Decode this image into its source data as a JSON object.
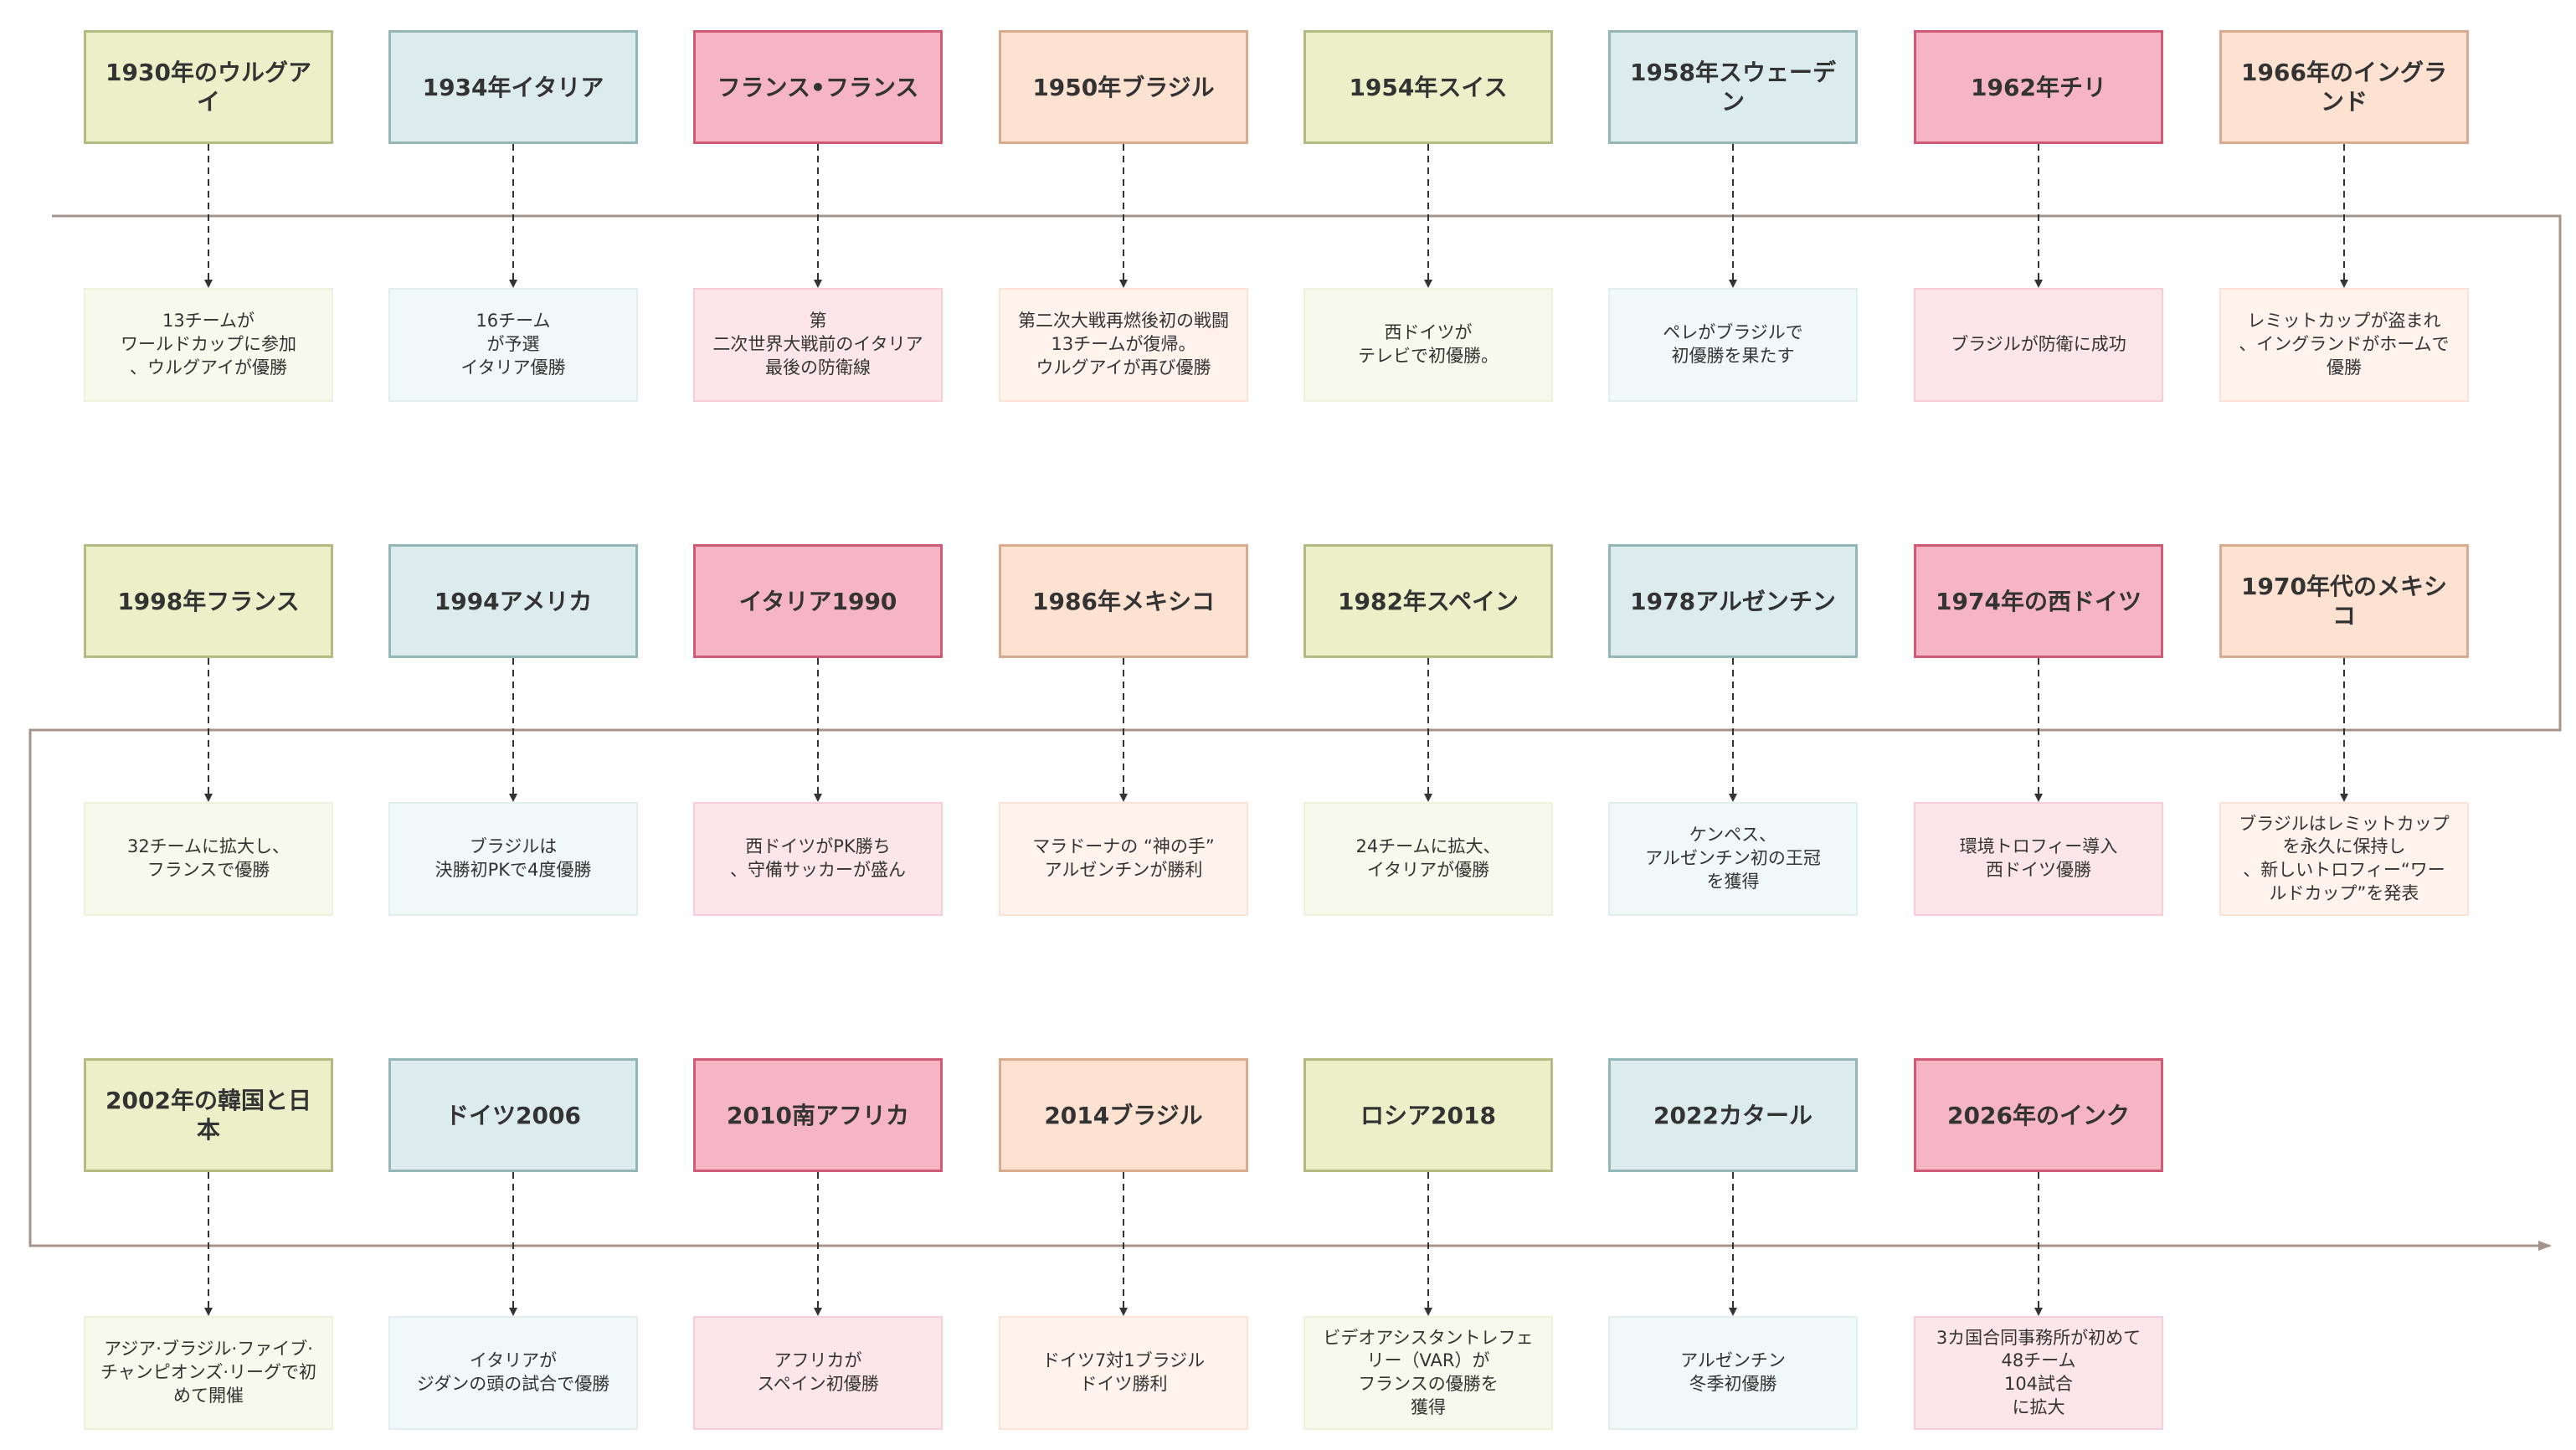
{
  "diagram": {
    "colors": {
      "timeline": "#a4948a",
      "connector": "#333333",
      "green": "#ecf0c8",
      "teal": "#dcecec",
      "pink": "#f6b5c4",
      "peach": "#fde2d2"
    },
    "rows": [
      {
        "items": [
          {
            "year": "1930年のウルグアイ",
            "desc": "13チームが\nワールドカップに参加\n、ウルグアイが優勝",
            "color": "green"
          },
          {
            "year": "1934年イタリア",
            "desc": "16チーム\nが予選\nイタリア優勝",
            "color": "teal"
          },
          {
            "year": "フランス•フランス",
            "desc": "第\n二次世界大戦前のイタリア\n最後の防衛線",
            "color": "pink"
          },
          {
            "year": "1950年ブラジル",
            "desc": "第二次大戦再燃後初の戦闘\n13チームが復帰。\nウルグアイが再び優勝",
            "color": "peach"
          },
          {
            "year": "1954年スイス",
            "desc": "西ドイツが\nテレビで初優勝。",
            "color": "green"
          },
          {
            "year": "1958年スウェーデン",
            "desc": "ペレがブラジルで\n初優勝を果たす",
            "color": "teal"
          },
          {
            "year": "1962年チリ",
            "desc": "ブラジルが防衛に成功",
            "color": "pink"
          },
          {
            "year": "1966年のイングランド",
            "desc": "レミットカップが盗まれ\n、イングランドがホームで\n優勝",
            "color": "peach"
          }
        ]
      },
      {
        "items": [
          {
            "year": "1998年フランス",
            "desc": "32チームに拡大し、\nフランスで優勝",
            "color": "green"
          },
          {
            "year": "1994アメリカ",
            "desc": "ブラジルは\n決勝初PKで4度優勝",
            "color": "teal"
          },
          {
            "year": "イタリア1990",
            "desc": "西ドイツがPK勝ち\n、守備サッカーが盛ん",
            "color": "pink"
          },
          {
            "year": "1986年メキシコ",
            "desc": "マラドーナの “神の手”\nアルゼンチンが勝利",
            "color": "peach"
          },
          {
            "year": "1982年スペイン",
            "desc": "24チームに拡大、\nイタリアが優勝",
            "color": "green"
          },
          {
            "year": "1978アルゼンチン",
            "desc": "ケンペス、\nアルゼンチン初の王冠\nを獲得",
            "color": "teal"
          },
          {
            "year": "1974年の西ドイツ",
            "desc": "環境トロフィー導入\n西ドイツ優勝",
            "color": "pink"
          },
          {
            "year": "1970年代のメキシコ",
            "desc": "ブラジルはレミットカップ\nを永久に保持し\n、新しいトロフィー“ワー\nルドカップ”を発表",
            "color": "peach"
          }
        ]
      },
      {
        "items": [
          {
            "year": "2002年の韓国と日本",
            "desc": "アジア·ブラジル·ファイブ·\nチャンピオンズ·リーグで初\nめて開催",
            "color": "green"
          },
          {
            "year": "ドイツ2006",
            "desc": "イタリアが\nジダンの頭の試合で優勝",
            "color": "teal"
          },
          {
            "year": "2010南アフリカ",
            "desc": "アフリカが\nスペイン初優勝",
            "color": "pink"
          },
          {
            "year": "2014ブラジル",
            "desc": "ドイツ7対1ブラジル\nドイツ勝利",
            "color": "peach"
          },
          {
            "year": "ロシア2018",
            "desc": "ビデオアシスタントレフェ\nリー（VAR）が\nフランスの優勝を\n獲得",
            "color": "green"
          },
          {
            "year": "2022カタール",
            "desc": "アルゼンチン\n冬季初優勝",
            "color": "teal"
          },
          {
            "year": "2026年のインク",
            "desc": "3カ国合同事務所が初めて\n48チーム\n104試合\nに拡大",
            "color": "pink"
          }
        ]
      }
    ]
  }
}
